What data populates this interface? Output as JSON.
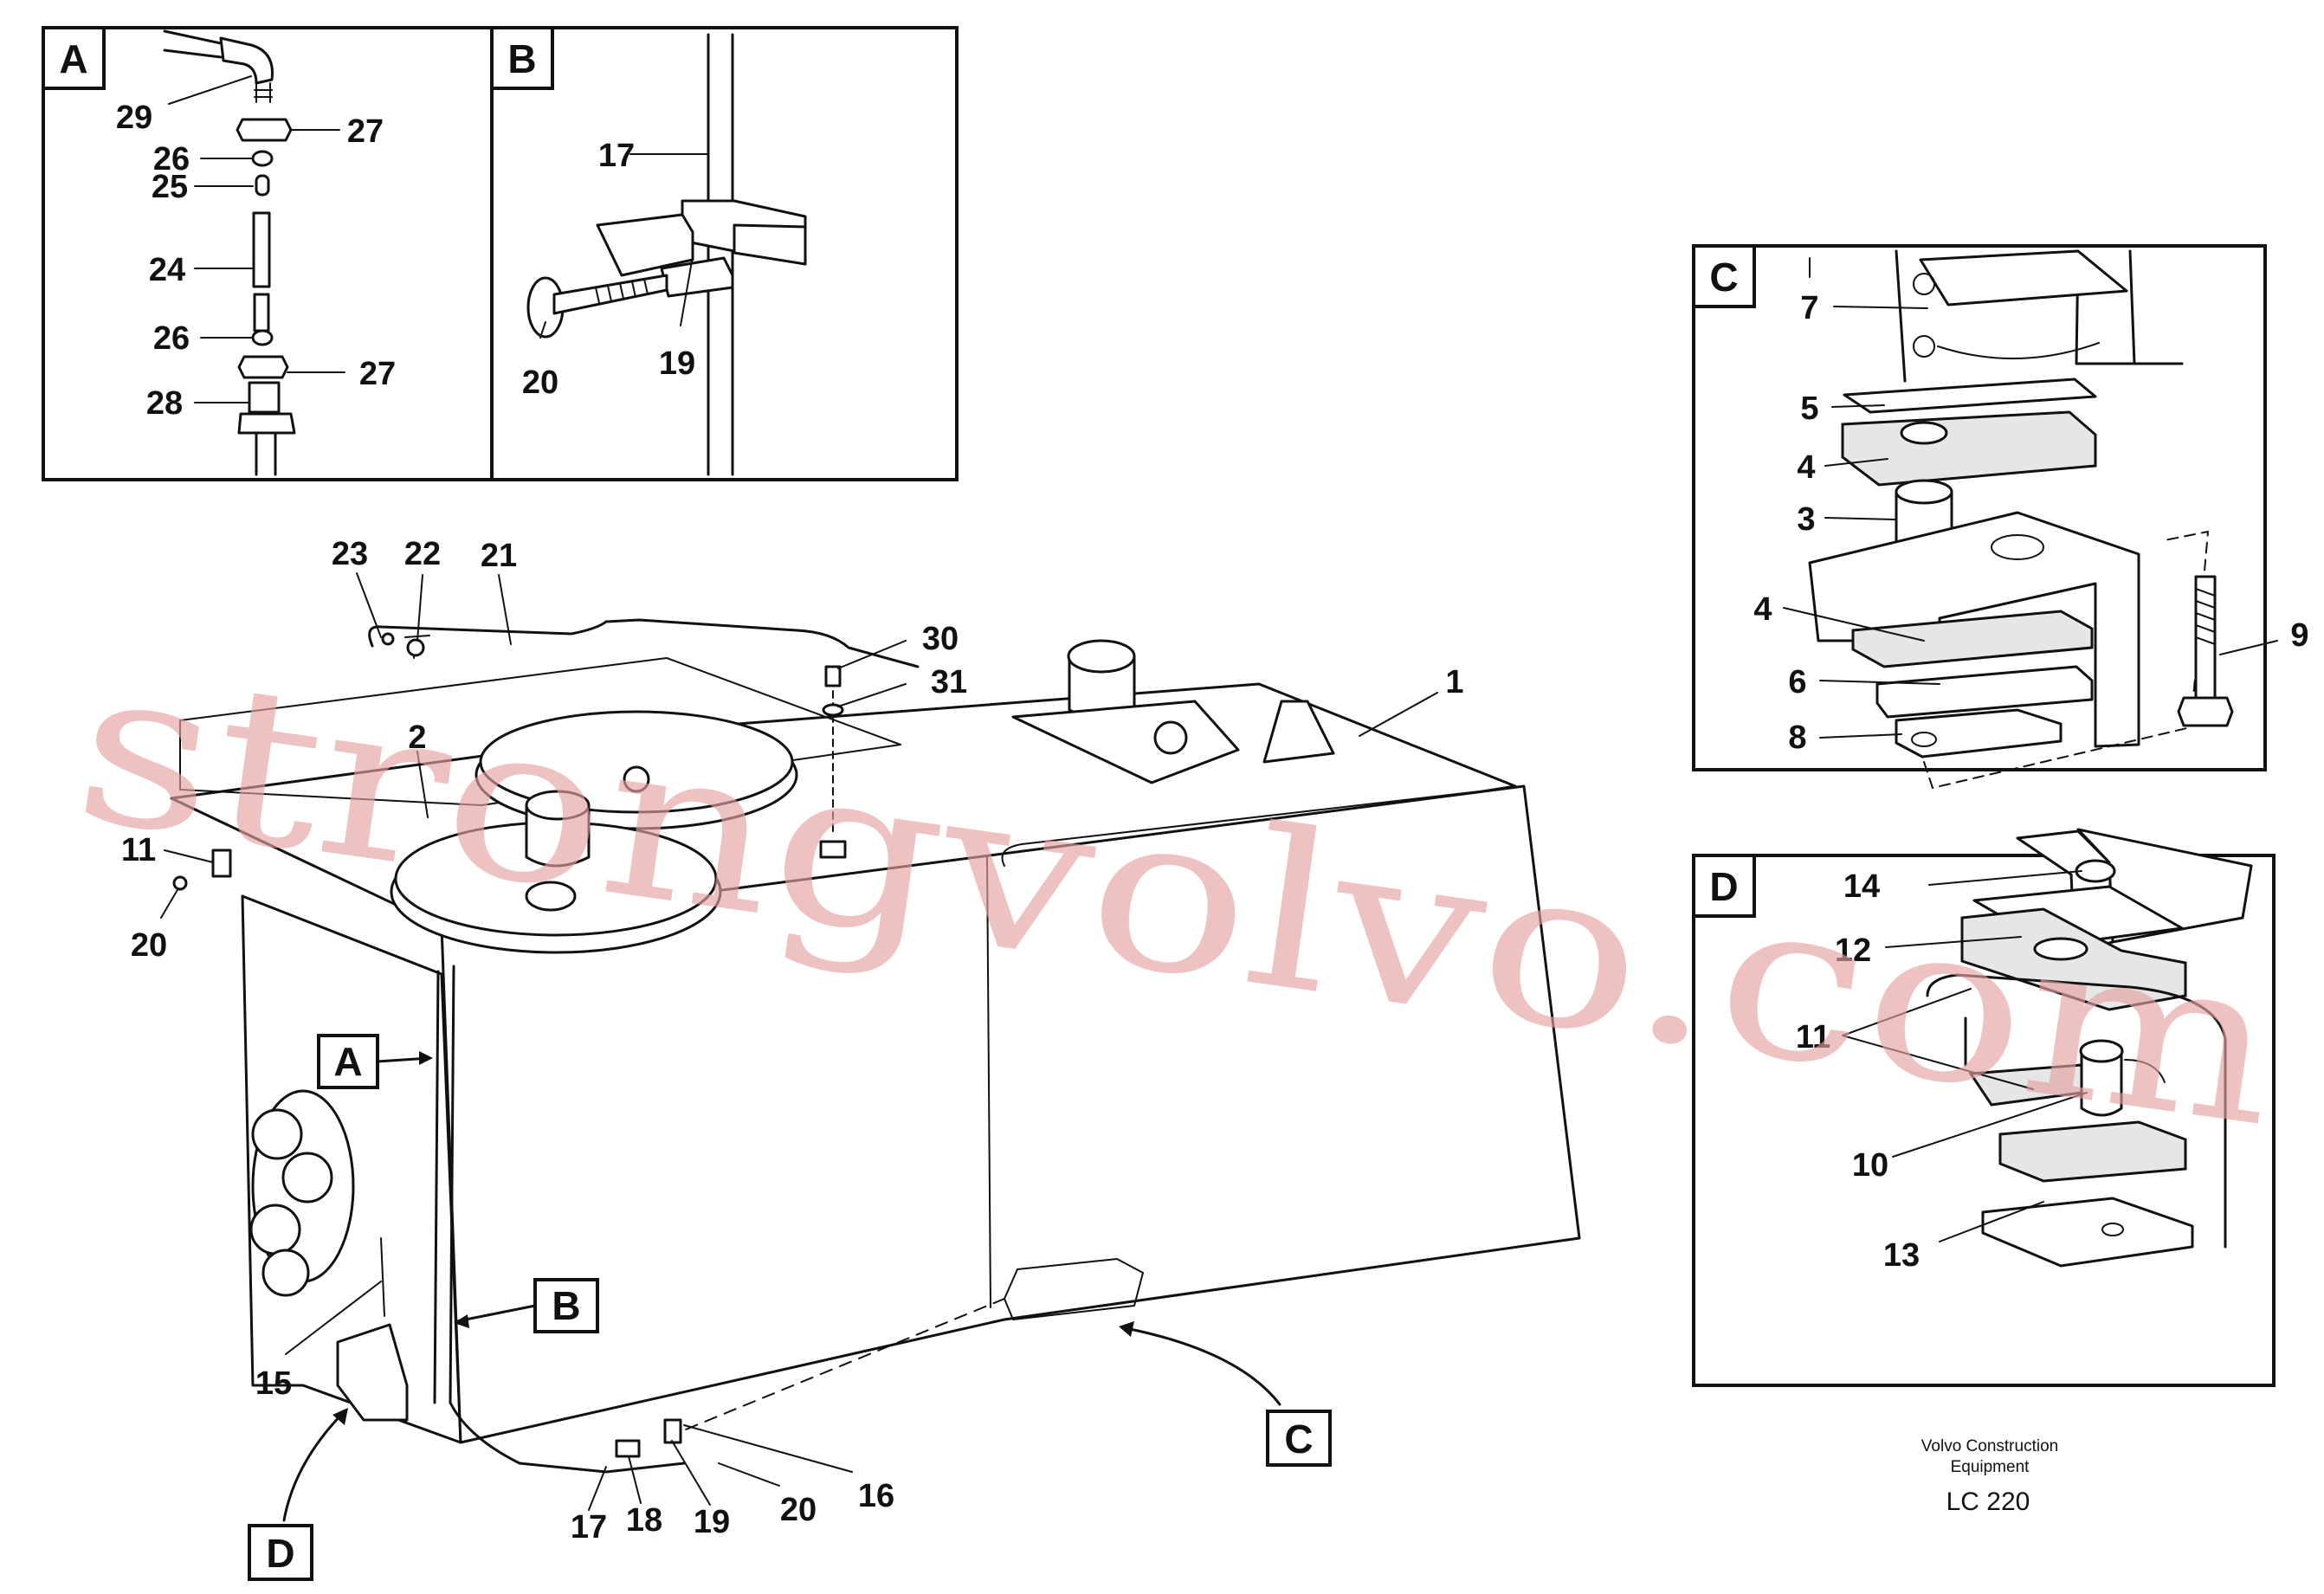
{
  "detail_letters": {
    "a": "A",
    "b": "B",
    "c": "C",
    "d": "D"
  },
  "callouts": {
    "a_29": "29",
    "a_27_top": "27",
    "a_26_top": "26",
    "a_25": "25",
    "a_24": "24",
    "a_26_bottom": "26",
    "a_27_bottom": "27",
    "a_28": "28",
    "b_17": "17",
    "b_20": "20",
    "b_19": "19",
    "c_7": "7",
    "c_5": "5",
    "c_4_top": "4",
    "c_3": "3",
    "c_4_mid": "4",
    "c_6": "6",
    "c_8": "8",
    "c_9": "9",
    "d_14": "14",
    "d_12": "12",
    "d_11": "11",
    "d_10": "10",
    "d_13": "13",
    "m_23": "23",
    "m_22": "22",
    "m_21": "21",
    "m_30": "30",
    "m_31": "31",
    "m_1": "1",
    "m_2": "2",
    "m_11": "11",
    "m_20_left": "20",
    "m_15": "15",
    "m_17": "17",
    "m_18": "18",
    "m_19": "19",
    "m_20_bottom": "20",
    "m_16": "16"
  },
  "pointer_tags": {
    "a": "A",
    "b": "B",
    "c": "C",
    "d": "D"
  },
  "footer": {
    "maker_line1": "Volvo Construction",
    "maker_line2": "Equipment",
    "model": "LC 220"
  },
  "watermark": "strongvolvo.com"
}
